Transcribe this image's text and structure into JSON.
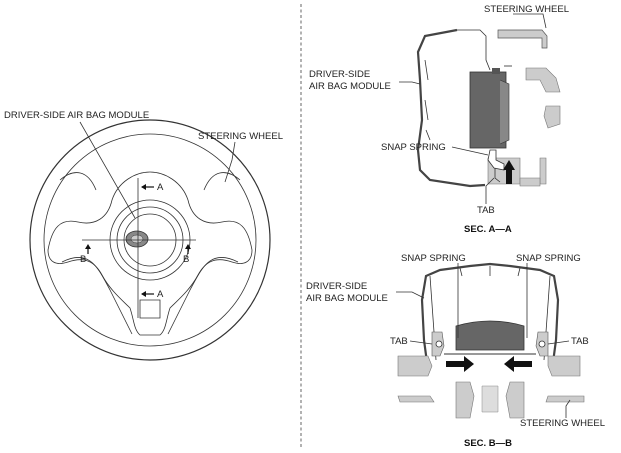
{
  "left_view": {
    "labels": {
      "airbag_module": "DRIVER-SIDE AIR BAG MODULE",
      "steering_wheel": "STEERING WHEEL",
      "arrow_a_top": "A",
      "arrow_a_bottom": "A",
      "arrow_b_left": "B",
      "arrow_b_right": "B"
    }
  },
  "section_aa": {
    "title": "SEC. A—A",
    "labels": {
      "steering_wheel": "STEERING WHEEL",
      "airbag_module_line1": "DRIVER-SIDE",
      "airbag_module_line2": "AIR BAG MODULE",
      "snap_spring": "SNAP SPRING",
      "tab": "TAB"
    }
  },
  "section_bb": {
    "title": "SEC. B—B",
    "labels": {
      "snap_spring_left": "SNAP SPRING",
      "snap_spring_right": "SNAP SPRING",
      "airbag_module_line1": "DRIVER-SIDE",
      "airbag_module_line2": "AIR BAG MODULE",
      "tab_left": "TAB",
      "tab_right": "TAB",
      "steering_wheel": "STEERING WHEEL"
    }
  },
  "colors": {
    "line": "#333333",
    "gray_fill": "#c8c8c8",
    "dark_fill": "#666666",
    "divider": "#555555"
  }
}
